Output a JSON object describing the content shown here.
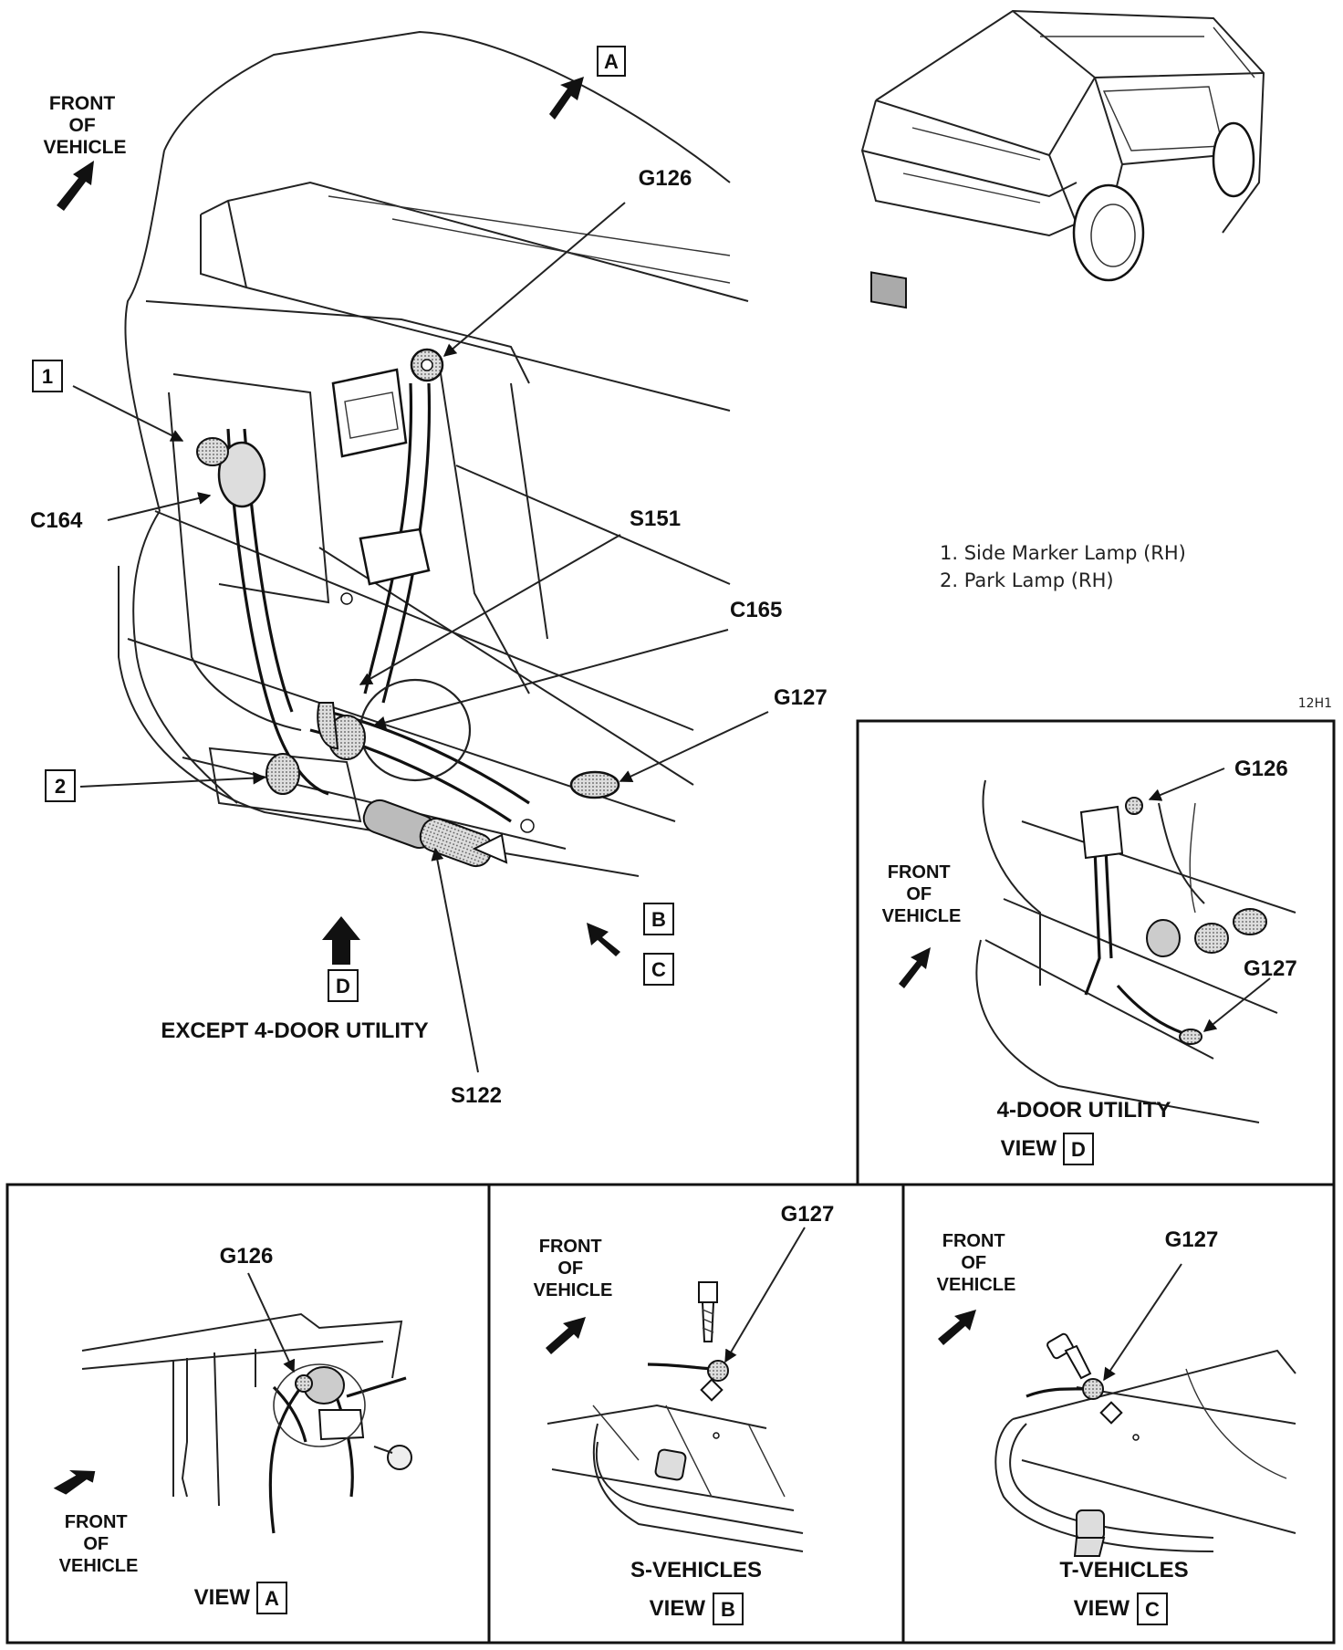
{
  "main": {
    "front_label": [
      "FRONT",
      "OF",
      "VEHICLE"
    ],
    "callouts": {
      "g126": "G126",
      "g127": "G127",
      "c164": "C164",
      "c165": "C165",
      "s151": "S151",
      "s122": "S122"
    },
    "view_letters": {
      "a": "A",
      "b": "B",
      "c": "C",
      "d": "D"
    },
    "item_numbers": {
      "one": "1",
      "two": "2"
    },
    "caption": "EXCEPT 4-DOOR UTILITY"
  },
  "legend": {
    "items": [
      "1.  Side Marker Lamp (RH)",
      "2.  Park Lamp (RH)"
    ]
  },
  "figure_code": "12H1",
  "view_d": {
    "front_label": [
      "FRONT",
      "OF",
      "VEHICLE"
    ],
    "g126": "G126",
    "g127": "G127",
    "title": "4-DOOR UTILITY",
    "view_word": "VIEW",
    "letter": "D"
  },
  "view_a": {
    "front_label": [
      "FRONT",
      "OF",
      "VEHICLE"
    ],
    "g126": "G126",
    "view_word": "VIEW",
    "letter": "A"
  },
  "view_b": {
    "front_label": [
      "FRONT",
      "OF",
      "VEHICLE"
    ],
    "g127": "G127",
    "title": "S-VEHICLES",
    "view_word": "VIEW",
    "letter": "B"
  },
  "view_c": {
    "front_label": [
      "FRONT",
      "OF",
      "VEHICLE"
    ],
    "g127": "G127",
    "title": "T-VEHICLES",
    "view_word": "VIEW",
    "letter": "C"
  }
}
